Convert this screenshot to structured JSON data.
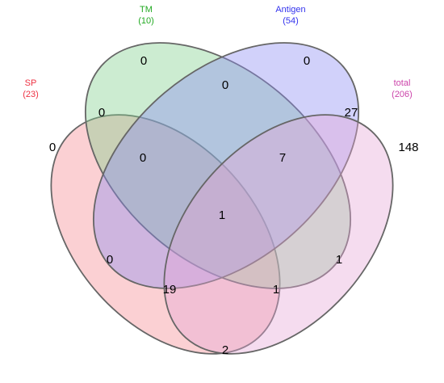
{
  "diagram": {
    "type": "venn-4",
    "sets": [
      {
        "key": "sp",
        "name": "SP",
        "count": "(23)",
        "color": "#ee3344"
      },
      {
        "key": "tm",
        "name": "TM",
        "count": "(10)",
        "color": "#22aa22"
      },
      {
        "key": "antigen",
        "name": "Antigen",
        "count": "(54)",
        "color": "#3333ee"
      },
      {
        "key": "total",
        "name": "total",
        "count": "(206)",
        "color": "#cc44aa"
      }
    ],
    "fills": {
      "sp": "#f58a92",
      "tm": "#7fcf8b",
      "antigen": "#8c8cf2",
      "total": "#e5a8d8"
    },
    "regions": {
      "sp_only": "0",
      "tm_only": "0",
      "antigen_only": "0",
      "total_only": "148",
      "sp_tm": "0",
      "tm_antigen": "0",
      "antigen_total": "27",
      "sp_tm_antigen": "0",
      "tm_antigen_total": "7",
      "sp_tm_antigen_total": "1",
      "sp_antigen": "0",
      "tm_total": "1",
      "sp_antigen_total": "19",
      "sp_tm_total": "1",
      "sp_total": "2"
    }
  }
}
